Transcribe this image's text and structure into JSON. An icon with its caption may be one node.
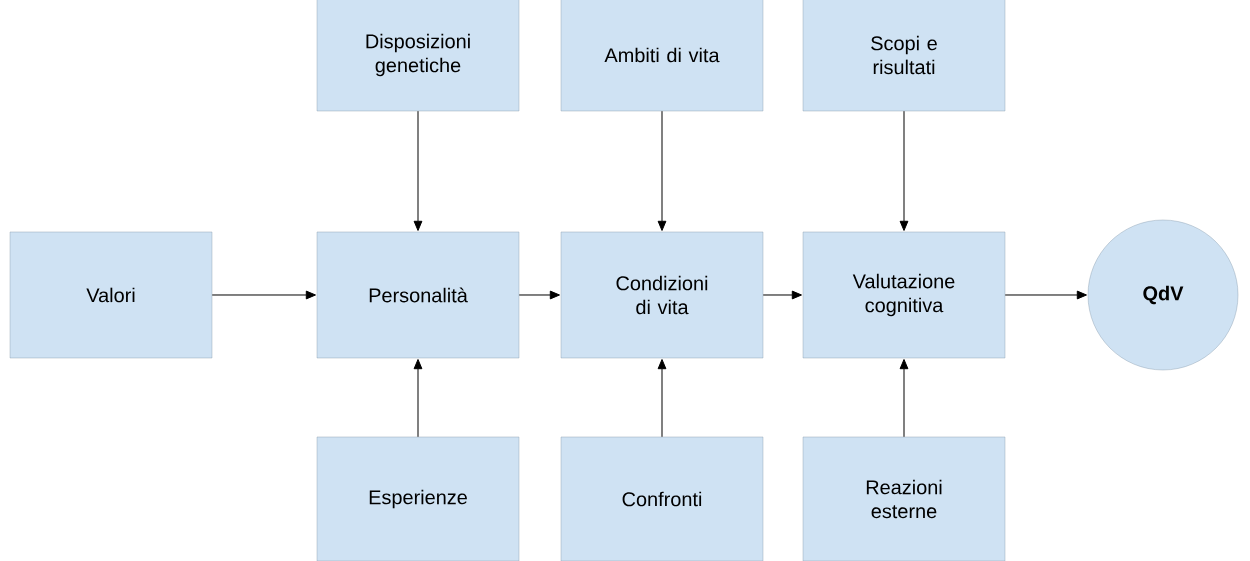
{
  "diagram": {
    "nodes": [
      {
        "text": [
          "Disposizioni genetiche"
        ]
      },
      {
        "text": [
          "Ambiti di vita"
        ]
      },
      {
        "text": [
          "Scopi e risultati"
        ]
      },
      {
        "text": [
          "Valori"
        ]
      },
      {
        "text": [
          "Personalità"
        ]
      },
      {
        "text": [
          "Condizioni di vita"
        ]
      },
      {
        "text": [
          "Valutazione cognitiva"
        ]
      },
      {
        "text": [
          "QdV"
        ]
      },
      {
        "text": [
          "Esperienze"
        ]
      },
      {
        "text": [
          "Confronti"
        ]
      },
      {
        "text": [
          "Reazioni esterne"
        ]
      }
    ],
    "edges": [
      {
        "from": 3,
        "to": 4,
        "arrow": "to"
      },
      {
        "from": 4,
        "to": 5,
        "arrow": "to"
      },
      {
        "from": 5,
        "to": 6,
        "arrow": "to"
      },
      {
        "from": 6,
        "to": 7,
        "arrow": "to"
      },
      {
        "from": 0,
        "to": 4,
        "arrow": "to"
      },
      {
        "from": 1,
        "to": 5,
        "arrow": "to"
      },
      {
        "from": 2,
        "to": 6,
        "arrow": "to"
      },
      {
        "from": 8,
        "to": 4,
        "arrow": "to"
      },
      {
        "from": 9,
        "to": 5,
        "arrow": "to"
      },
      {
        "from": 10,
        "to": 6,
        "arrow": "to"
      }
    ]
  }
}
